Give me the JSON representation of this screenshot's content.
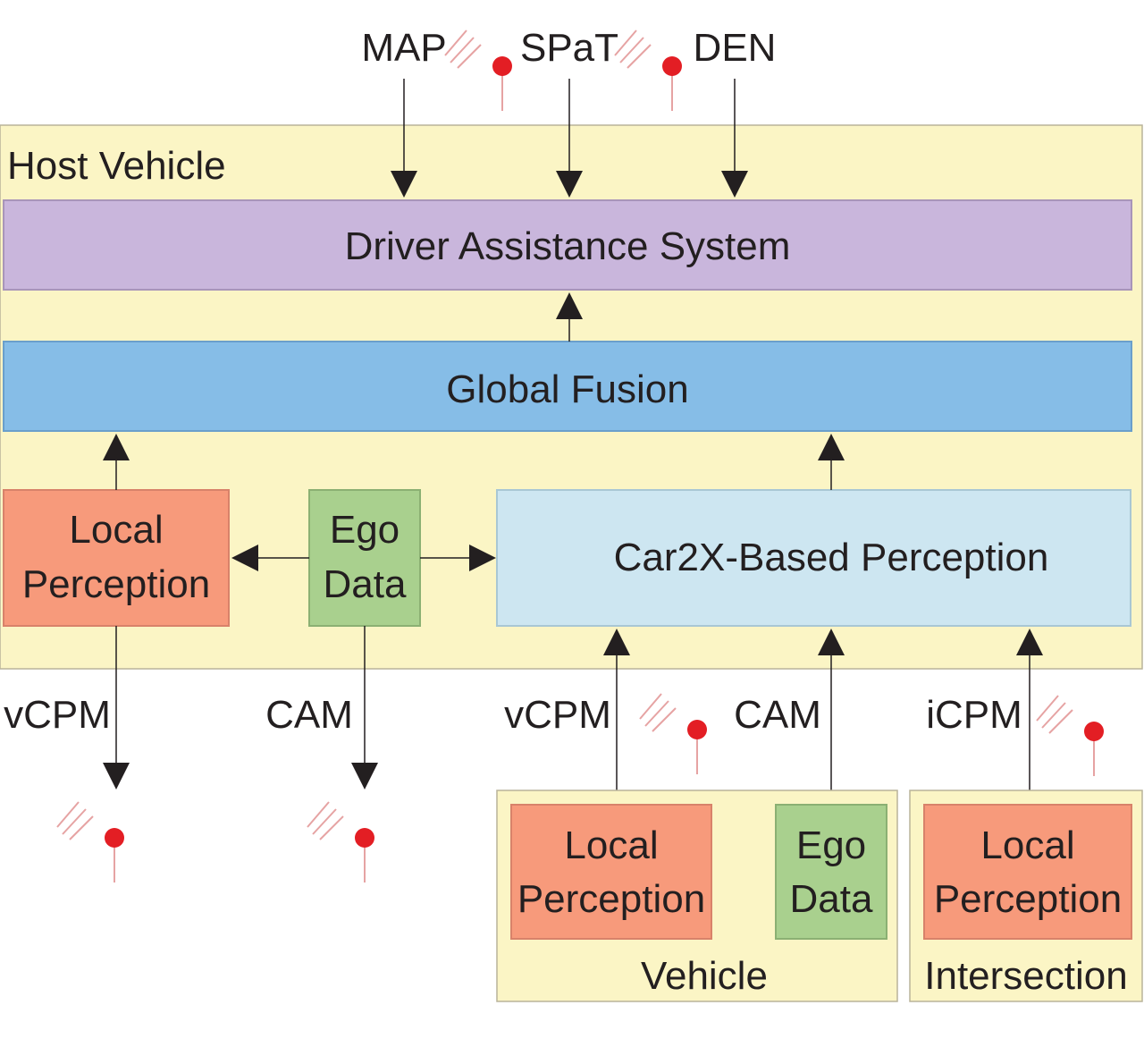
{
  "colors": {
    "host_bg": "#fbf5c5",
    "das": "#c9b6dc",
    "fusion": "#86bde7",
    "local": "#f79a7b",
    "ego": "#a9d08e",
    "car2x": "#cde6f1",
    "antenna": "#e31e24",
    "line": "#231f20"
  },
  "messages_top": {
    "map": "MAP",
    "spat": "SPaT",
    "den": "DEN"
  },
  "host": {
    "title": "Host Vehicle",
    "das": "Driver Assistance System",
    "fusion": "Global Fusion",
    "local_perception": {
      "line1": "Local",
      "line2": "Perception"
    },
    "ego_data": {
      "line1": "Ego",
      "line2": "Data"
    },
    "car2x": "Car2X-Based Perception"
  },
  "messages_bottom": {
    "out_vcpm": "vCPM",
    "out_cam": "CAM",
    "in_vcpm": "vCPM",
    "in_cam": "CAM",
    "in_icpm": "iCPM"
  },
  "vehicle": {
    "title": "Vehicle",
    "local_perception": {
      "line1": "Local",
      "line2": "Perception"
    },
    "ego_data": {
      "line1": "Ego",
      "line2": "Data"
    }
  },
  "intersection": {
    "title": "Intersection",
    "local_perception": {
      "line1": "Local",
      "line2": "Perception"
    }
  }
}
